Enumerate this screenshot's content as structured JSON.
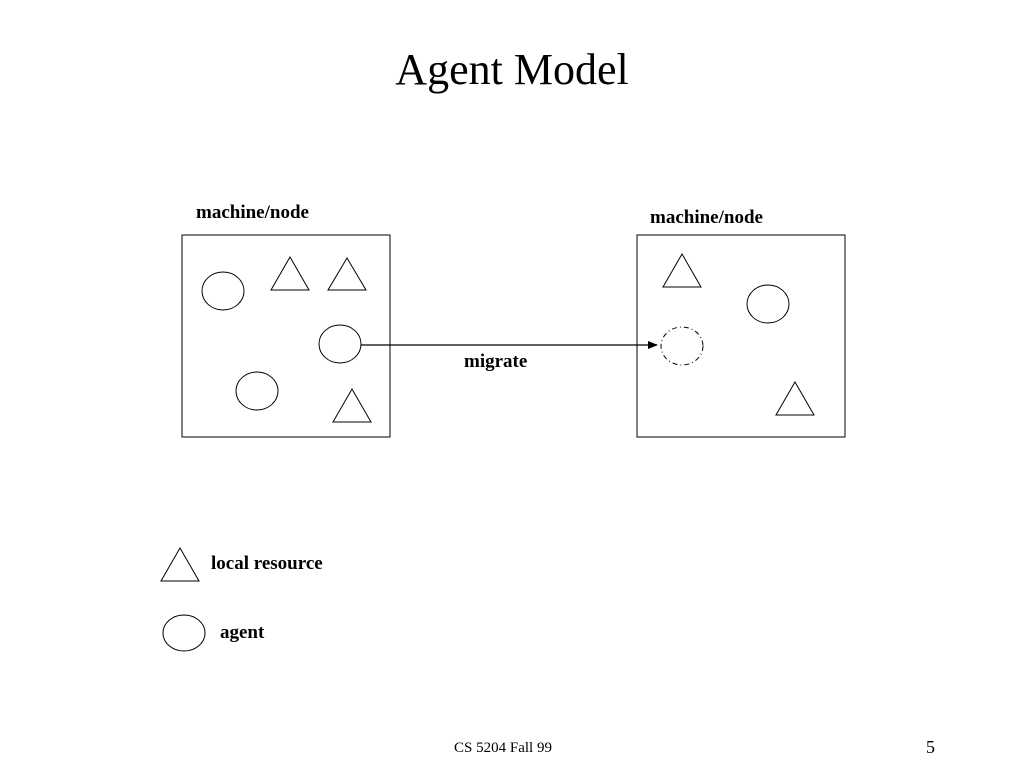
{
  "slide": {
    "title": "Agent Model",
    "footer": "CS 5204 Fall 99",
    "page_number": "5"
  },
  "diagram": {
    "left_node_label": "machine/node",
    "right_node_label": "machine/node",
    "arrow_label": "migrate"
  },
  "legend": {
    "resource_label": "local resource",
    "agent_label": "agent"
  }
}
